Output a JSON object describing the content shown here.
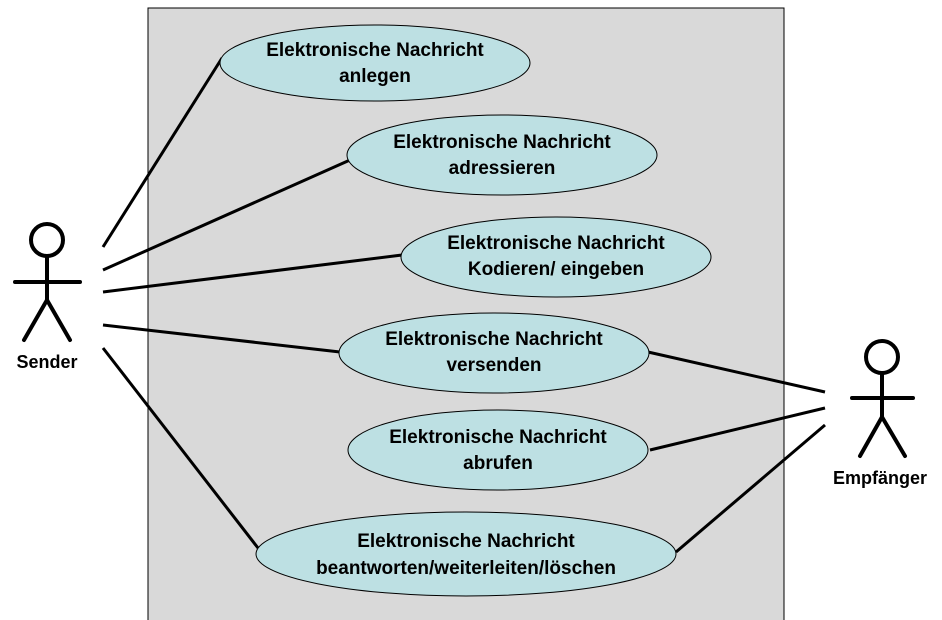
{
  "diagram": {
    "system_fill": "#d9d9d9",
    "usecase_fill": "#bde0e3",
    "line_color": "#000000",
    "actors": {
      "sender": {
        "label": "Sender"
      },
      "receiver": {
        "label": "Empfänger"
      }
    },
    "use_cases": [
      {
        "line1": "Elektronische Nachricht",
        "line2": "anlegen"
      },
      {
        "line1": "Elektronische Nachricht",
        "line2": "adressieren"
      },
      {
        "line1": "Elektronische Nachricht",
        "line2": "Kodieren/ eingeben"
      },
      {
        "line1": "Elektronische Nachricht",
        "line2": "versenden"
      },
      {
        "line1": "Elektronische Nachricht",
        "line2": "abrufen"
      },
      {
        "line1": "Elektronische Nachricht",
        "line2": "beantworten/weiterleiten/löschen"
      }
    ]
  }
}
